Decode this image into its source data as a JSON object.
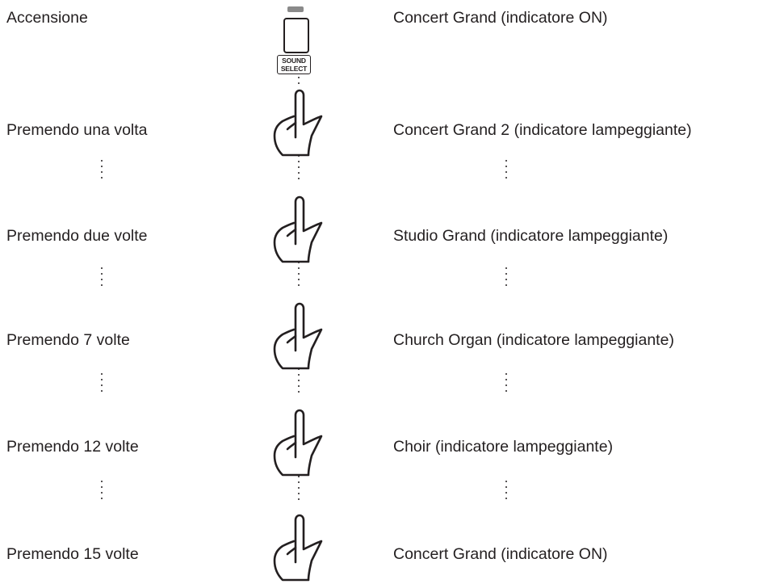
{
  "button": {
    "label_line1": "SOUND",
    "label_line2": "SELECT"
  },
  "steps": [
    {
      "action": "Accensione",
      "result": "Concert Grand (indicatore ON)"
    },
    {
      "action": "Premendo una volta",
      "result": "Concert Grand 2 (indicatore lampeggiante)"
    },
    {
      "action": "Premendo due volte",
      "result": "Studio Grand (indicatore lampeggiante)"
    },
    {
      "action": "Premendo 7 volte",
      "result": "Church Organ (indicatore lampeggiante)"
    },
    {
      "action": "Premendo 12 volte",
      "result": "Choir (indicatore lampeggiante)"
    },
    {
      "action": "Premendo 15 volte",
      "result": "Concert Grand (indicatore ON)"
    }
  ]
}
